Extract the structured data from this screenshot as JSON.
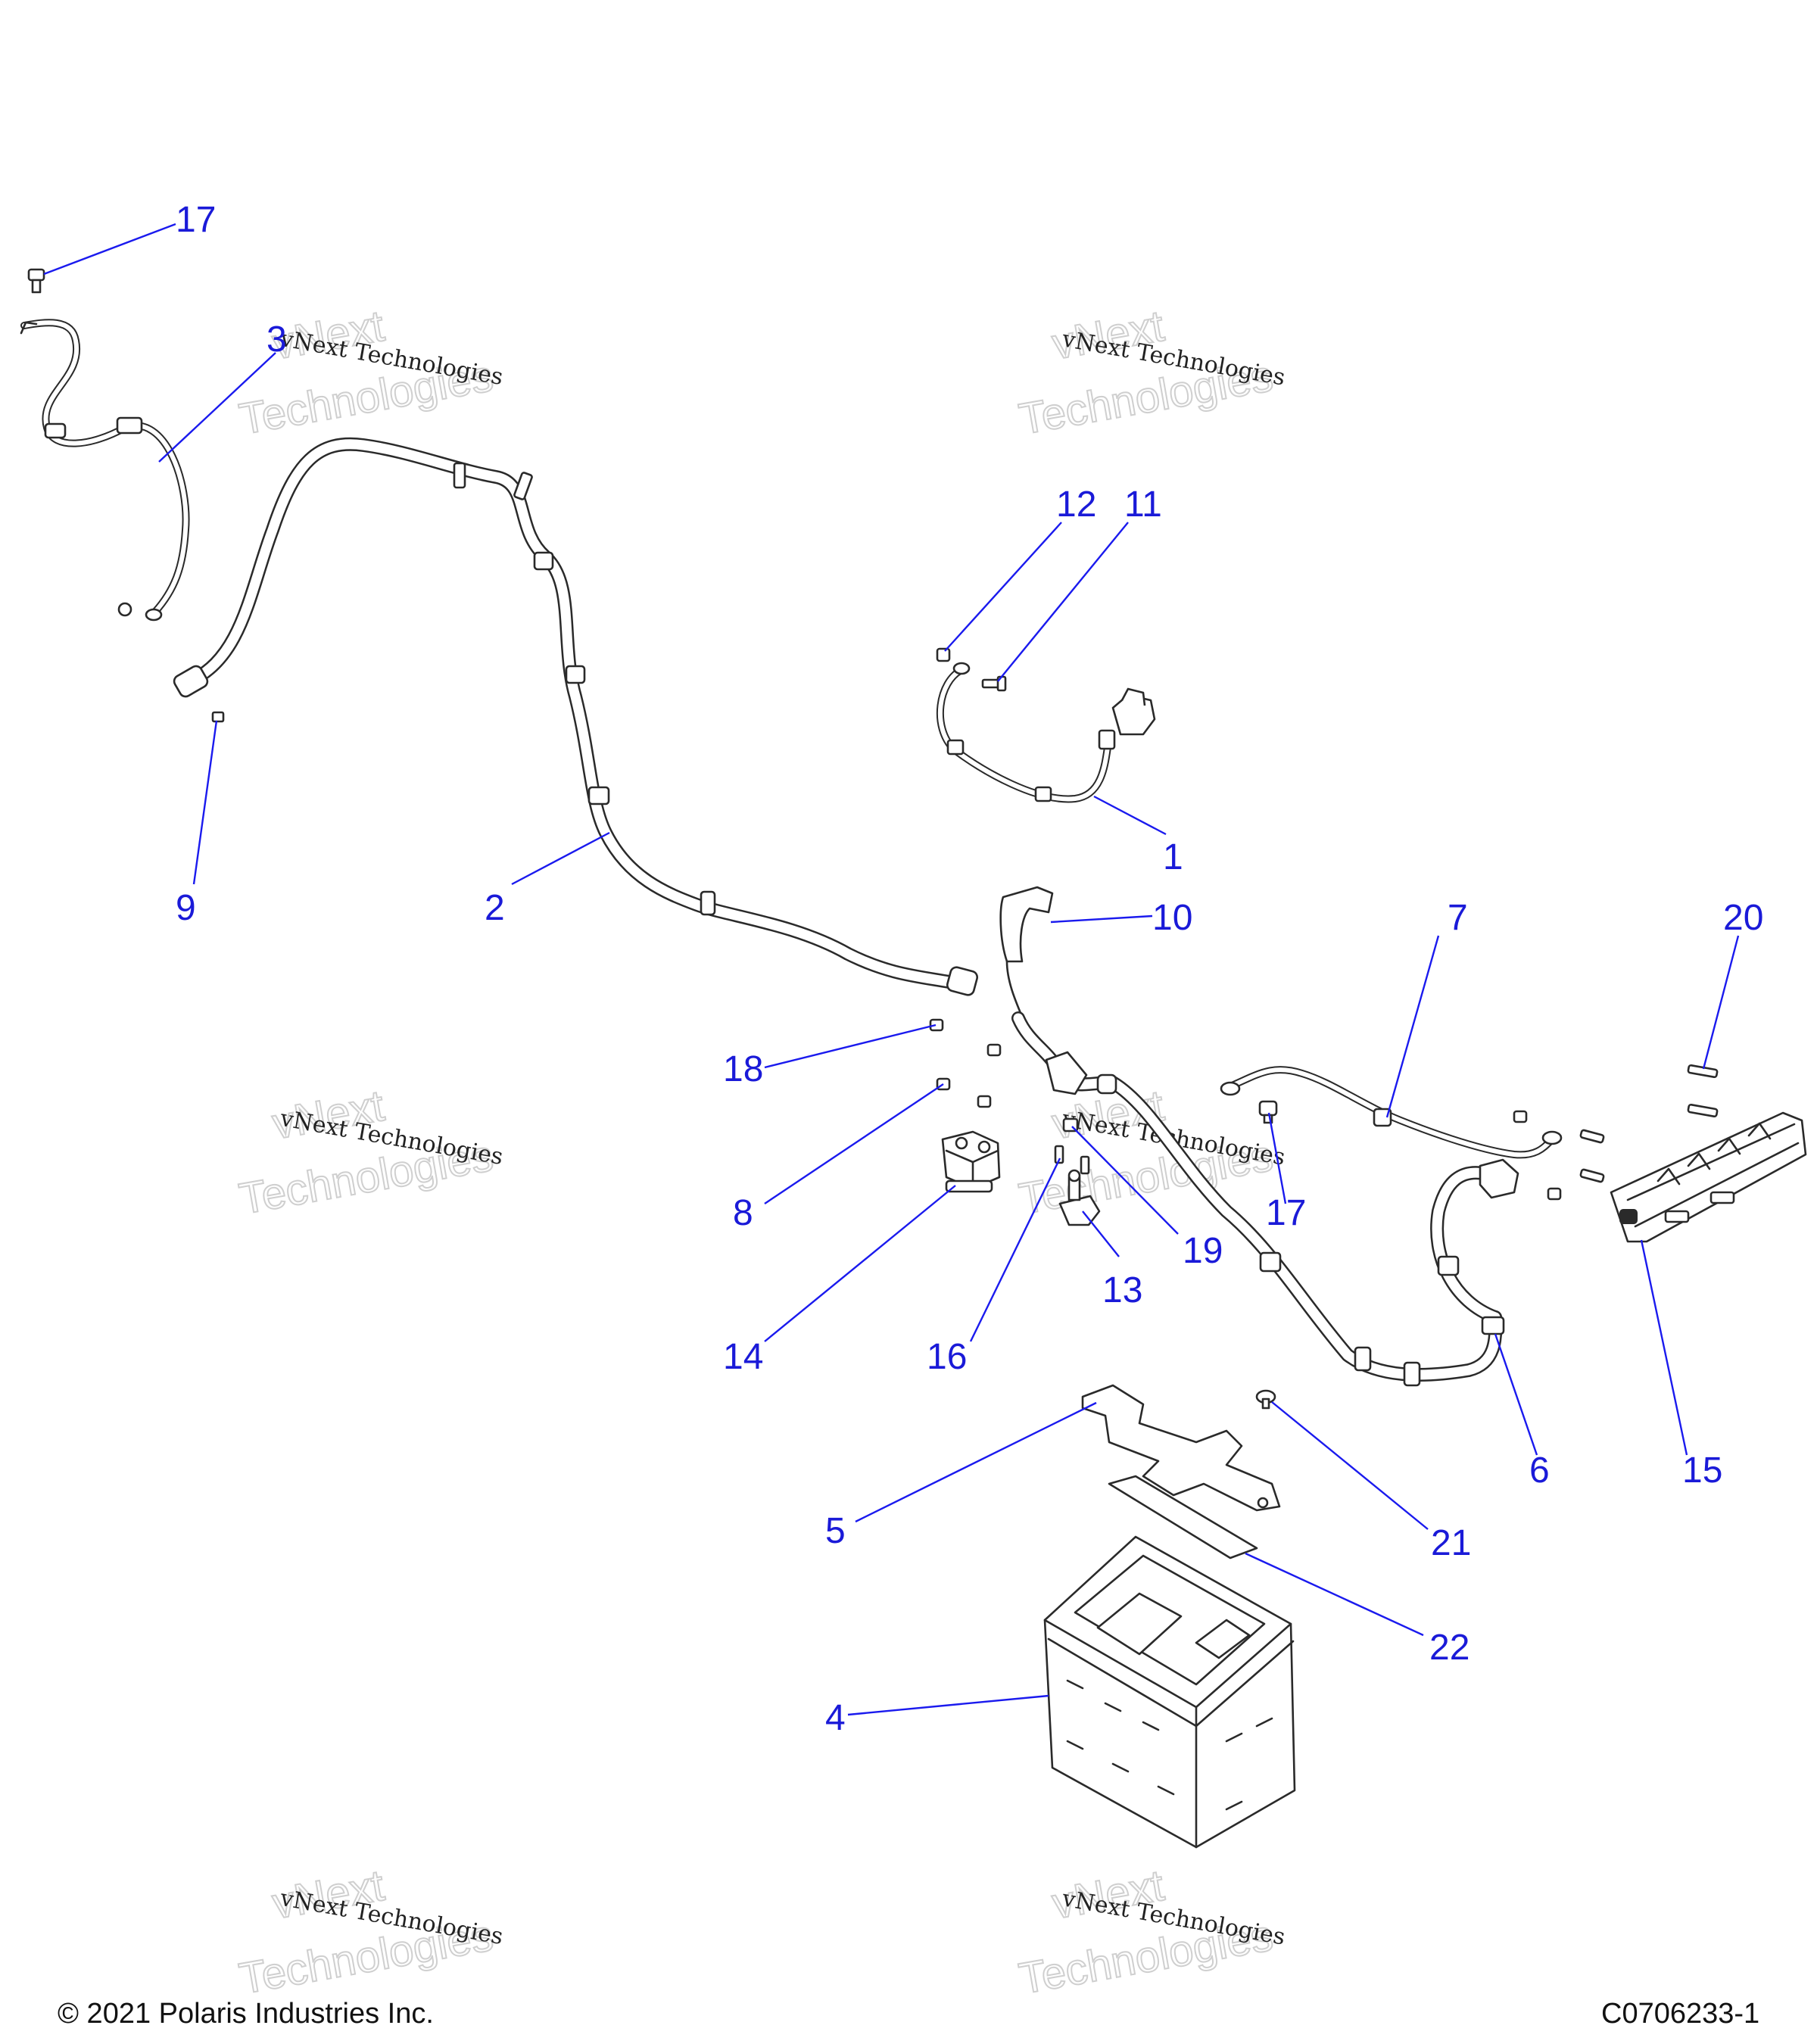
{
  "diagram": {
    "callouts": [
      {
        "label": "17",
        "target": "bolt-top-left"
      },
      {
        "label": "3",
        "target": "ground-cable"
      },
      {
        "label": "12",
        "target": "nut-small"
      },
      {
        "label": "11",
        "target": "bolt-small"
      },
      {
        "label": "1",
        "target": "short-cable"
      },
      {
        "label": "9",
        "target": "nut-left"
      },
      {
        "label": "2",
        "target": "long-cable"
      },
      {
        "label": "10",
        "target": "terminal-boot"
      },
      {
        "label": "7",
        "target": "cable-7"
      },
      {
        "label": "20",
        "target": "screw-20"
      },
      {
        "label": "18",
        "target": "nut-18"
      },
      {
        "label": "8",
        "target": "bolt-8"
      },
      {
        "label": "17",
        "target": "bolt-17-right"
      },
      {
        "label": "19",
        "target": "nut-19"
      },
      {
        "label": "13",
        "target": "solenoid"
      },
      {
        "label": "14",
        "target": "bracket-14"
      },
      {
        "label": "16",
        "target": "screw-16"
      },
      {
        "label": "6",
        "target": "cable-6"
      },
      {
        "label": "15",
        "target": "fuse-block"
      },
      {
        "label": "5",
        "target": "hold-down-bracket"
      },
      {
        "label": "21",
        "target": "screw-21"
      },
      {
        "label": "22",
        "target": "pad"
      },
      {
        "label": "4",
        "target": "battery"
      }
    ]
  },
  "watermark": {
    "line1": "vNext Technologies",
    "line2a": "vNext",
    "line2b": "Technologies"
  },
  "footer": {
    "copyright": "© 2021 Polaris Industries Inc.",
    "figure_id": "C0706233-1"
  },
  "colors": {
    "callout": "#1a1ad8",
    "linework": "#2a2a2a"
  }
}
